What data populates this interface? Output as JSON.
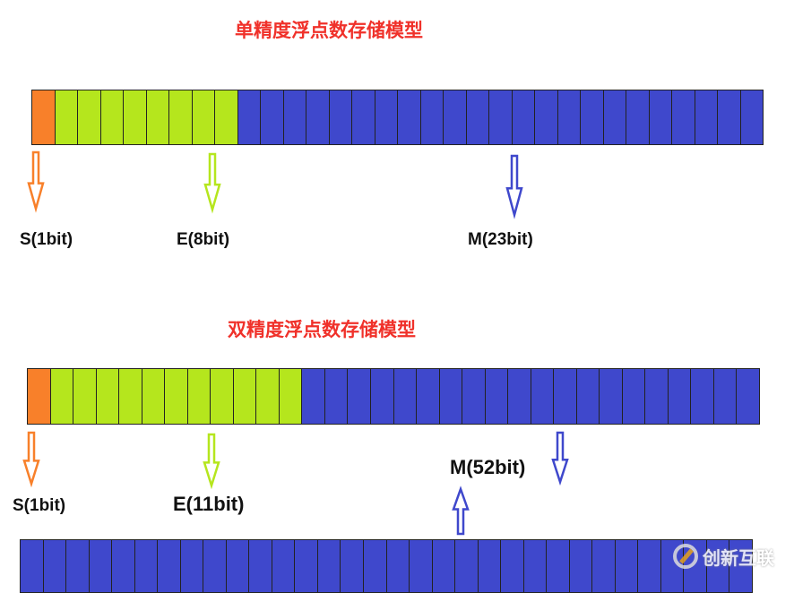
{
  "colors": {
    "sign": "#f8802a",
    "exponent": "#b5e61d",
    "mantissa": "#3f48cc"
  },
  "single": {
    "title": "单精度浮点数存储模型",
    "sign_bits": 1,
    "exponent_bits": 8,
    "mantissa_bits": 23,
    "labels": {
      "sign": "S(1bit)",
      "exponent": "E(8bit)",
      "mantissa": "M(23bit)"
    }
  },
  "double": {
    "title": "双精度浮点数存储模型",
    "sign_bits": 1,
    "exponent_bits": 11,
    "mantissa_bits_row1": 20,
    "mantissa_bits_row2": 32,
    "labels": {
      "sign": "S(1bit)",
      "exponent": "E(11bit)",
      "mantissa": "M(52bit)"
    }
  },
  "watermark": "创新互联"
}
